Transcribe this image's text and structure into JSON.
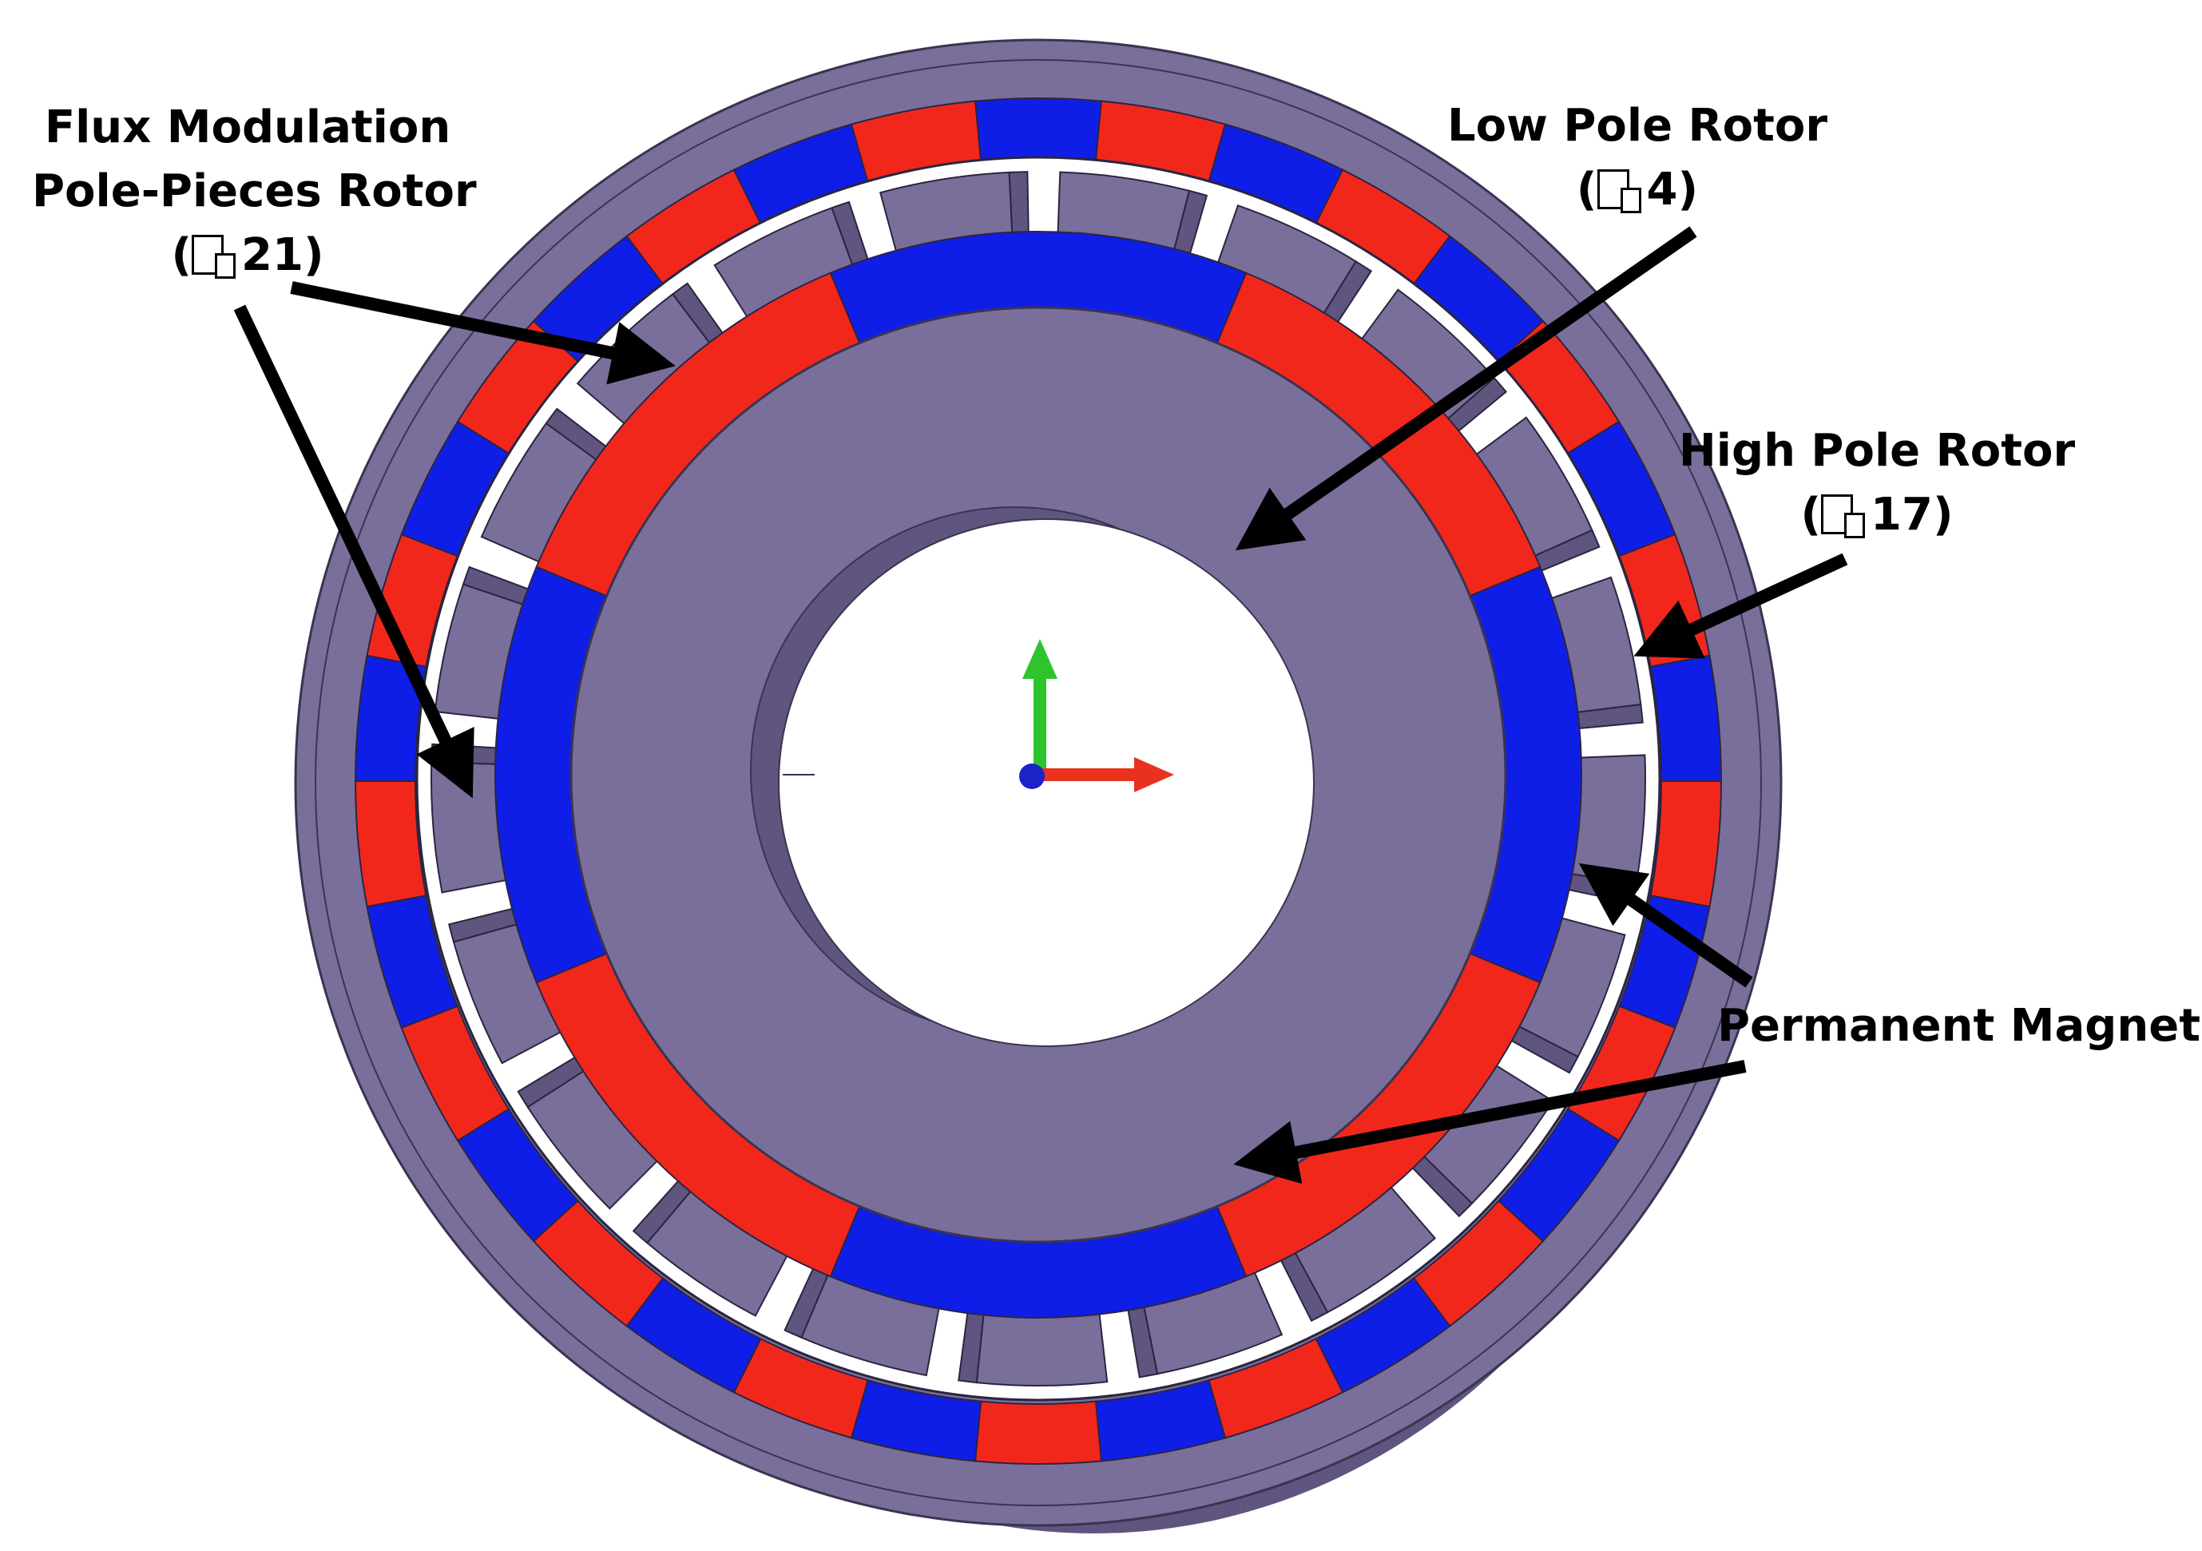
{
  "labels": {
    "flux_modulation": {
      "line1": "Flux Modulation",
      "line2": "Pole-Pieces Rotor",
      "line3_open": "(",
      "line3_close": "21)"
    },
    "low_pole": {
      "line1": "Low Pole Rotor",
      "line2_open": "(",
      "line2_close": "4)"
    },
    "high_pole": {
      "line1": "High Pole Rotor",
      "line2_open": "(",
      "line2_close": "17)"
    },
    "permanent_magnets": "Permanent Magnets"
  },
  "colors": {
    "steel": "#7a6f9b",
    "steel_light": "#8e86ad",
    "steel_dark": "#5f557e",
    "magnet_red": "#f2271c",
    "magnet_blue": "#0f1ee6",
    "axis_x": "#e8321e",
    "axis_y": "#2ec42e",
    "axis_z": "#1a22c8",
    "arrow": "#000000"
  },
  "icons": {
    "coordinate_triad": "xyz-axis-triad-icon"
  }
}
